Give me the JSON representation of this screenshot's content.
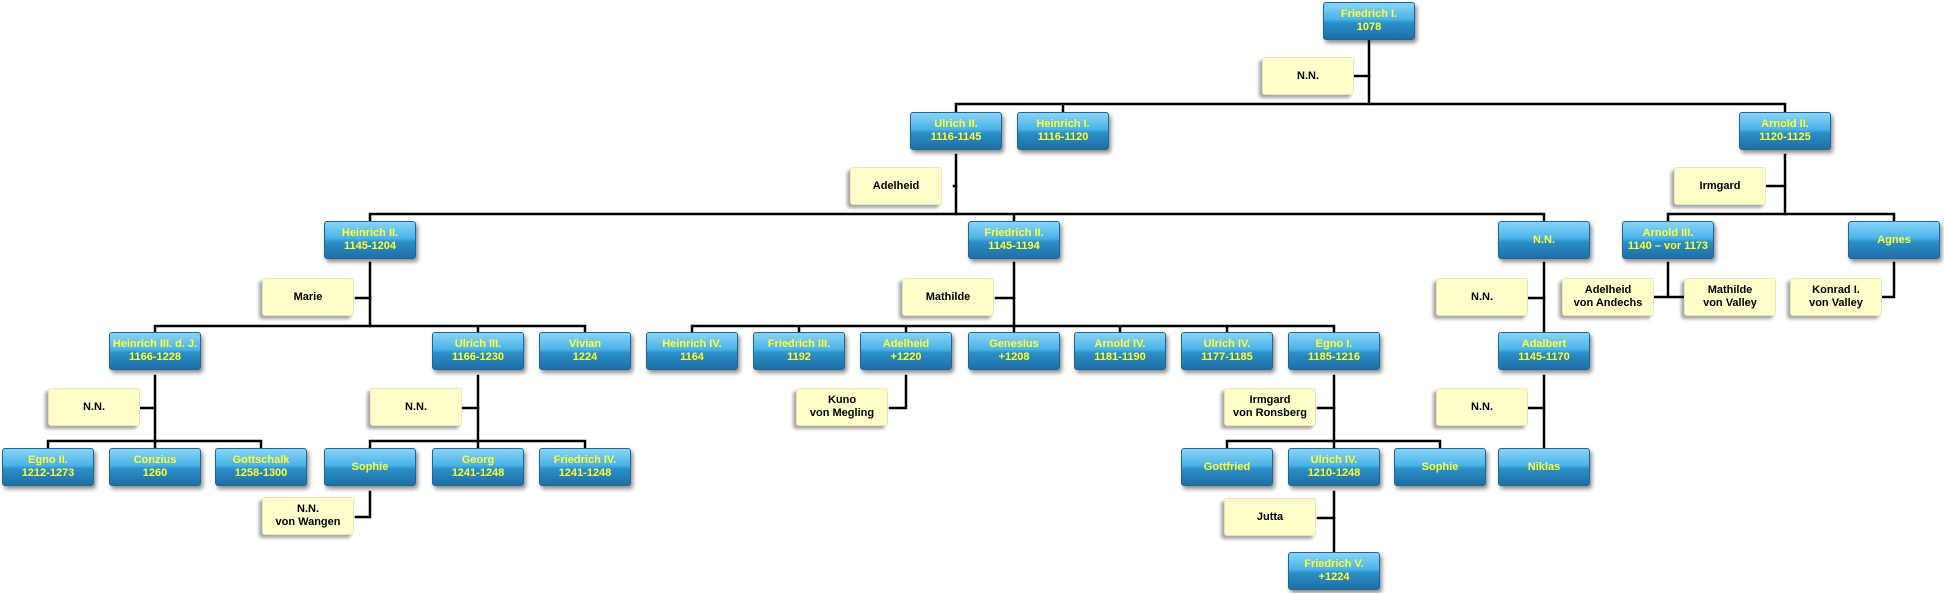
{
  "diagram": {
    "nodes": {
      "friedrich1": [
        "Friedrich I.",
        "1078"
      ],
      "nn_a": [
        "N.N."
      ],
      "ulrich2": [
        "Ulrich II.",
        "1116-1145"
      ],
      "heinrich1": [
        "Heinrich I.",
        "1116-1120"
      ],
      "arnold2": [
        "Arnold II.",
        "1120-1125"
      ],
      "adelheid_a": [
        "Adelheid"
      ],
      "irmgard_a": [
        "Irmgard"
      ],
      "heinrich2": [
        "Heinrich II.",
        "1145-1204"
      ],
      "friedrich2": [
        "Friedrich II.",
        "1145-1194"
      ],
      "nn_m1": [
        "N.N."
      ],
      "arnold3": [
        "Arnold III.",
        "1140 – vor 1173"
      ],
      "agnes": [
        "Agnes"
      ],
      "marie": [
        "Marie"
      ],
      "mathilde": [
        "Mathilde"
      ],
      "nn_b": [
        "N.N."
      ],
      "adelheid_andechs": [
        "Adelheid",
        "von Andechs"
      ],
      "mathilde_valley": [
        "Mathilde",
        "von Valley"
      ],
      "konrad1": [
        "Konrad I.",
        "von Valley"
      ],
      "heinrich3": [
        "Heinrich III. d. J.",
        "1166-1228"
      ],
      "ulrich3": [
        "Ulrich III.",
        "1166-1230"
      ],
      "vivian": [
        "Vivian",
        "1224"
      ],
      "heinrich4": [
        "Heinrich IV.",
        "1164"
      ],
      "friedrich3": [
        "Friedrich III.",
        "1192"
      ],
      "adelheid_b": [
        "Adelheid",
        "+1220"
      ],
      "genesius": [
        "Genesius",
        "+1208"
      ],
      "arnold4": [
        "Arnold IV.",
        "1181-1190"
      ],
      "ulrich4a": [
        "Ulrich IV.",
        "1177-1185"
      ],
      "egno1": [
        "Egno I.",
        "1185-1216"
      ],
      "adalbert": [
        "Adalbert",
        "1145-1170"
      ],
      "nn_c": [
        "N.N."
      ],
      "nn_d": [
        "N.N."
      ],
      "kuno": [
        "Kuno",
        "von Megling"
      ],
      "irmgard_ronsberg": [
        "Irmgard",
        "von Ronsberg"
      ],
      "nn_e": [
        "N.N."
      ],
      "egno2": [
        "Egno II.",
        "1212-1273"
      ],
      "conzius": [
        "Conzius",
        "1260"
      ],
      "gottschalk": [
        "Gottschalk",
        "1258-1300"
      ],
      "sophie_a": [
        "Sophie"
      ],
      "georg": [
        "Georg",
        "1241-1248"
      ],
      "friedrich4": [
        "Friedrich IV.",
        "1241-1248"
      ],
      "gottfried": [
        "Gottfried"
      ],
      "ulrich4b": [
        "Ulrich IV.",
        "1210-1248"
      ],
      "sophie_b": [
        "Sophie"
      ],
      "niklas": [
        "Niklas"
      ],
      "nn_wangen": [
        "N.N.",
        "von Wangen"
      ],
      "jutta": [
        "Jutta"
      ],
      "friedrich5": [
        "Friedrich V.",
        "+1224"
      ]
    }
  }
}
